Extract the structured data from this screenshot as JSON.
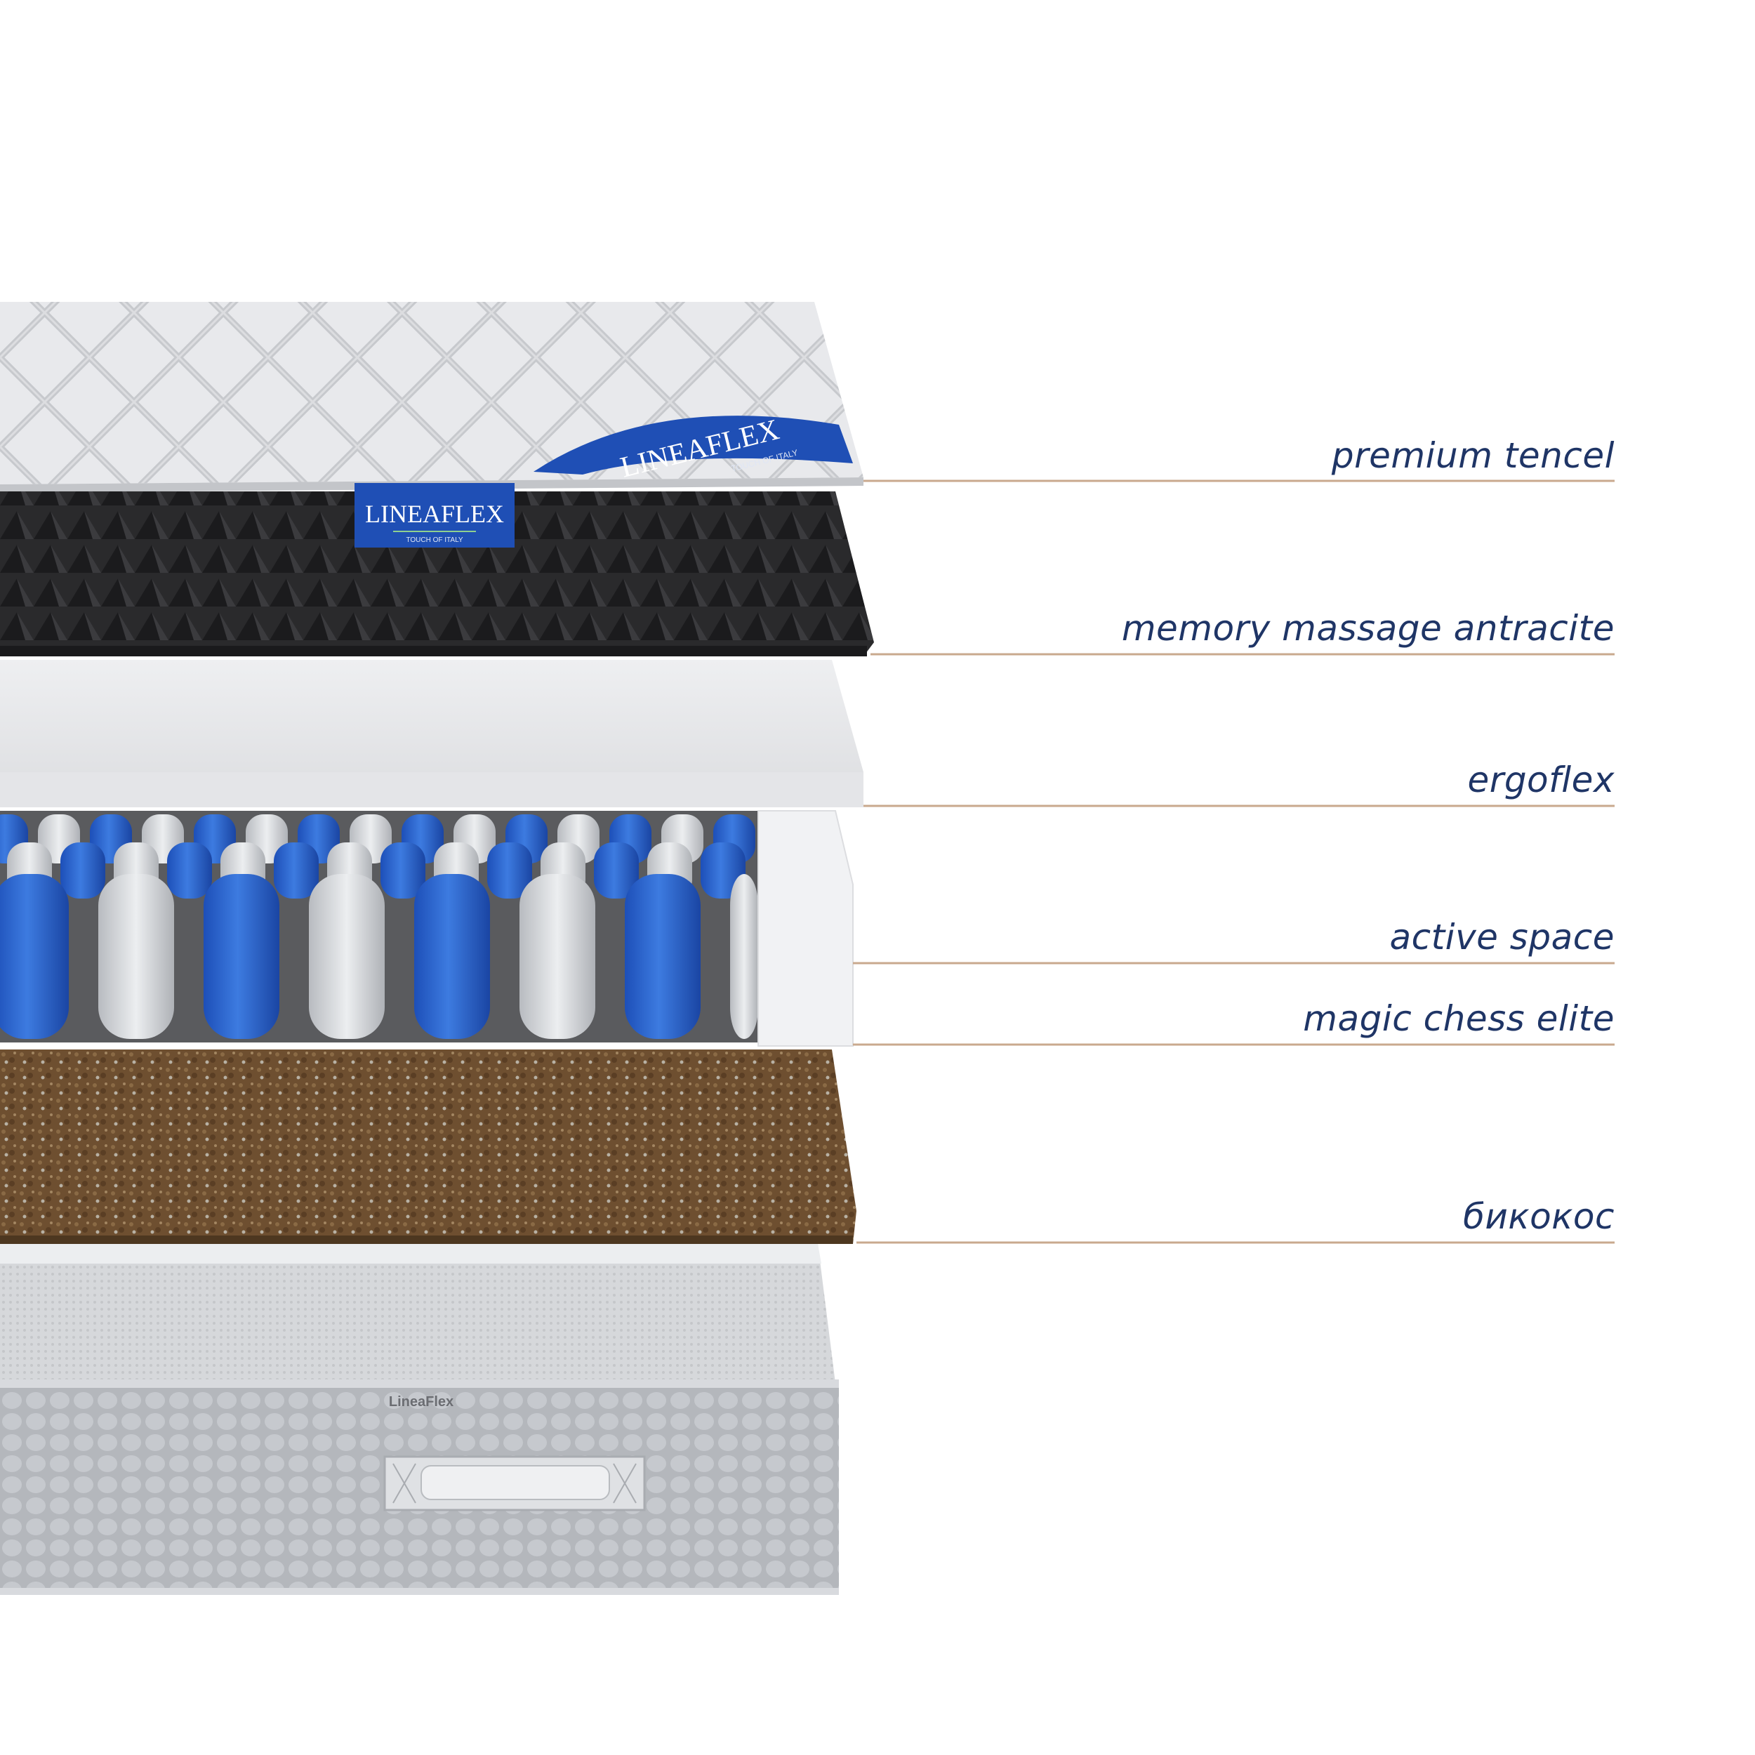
{
  "brand": {
    "top_tag": "LINEAFLEX",
    "top_tag_sub": "TOUCH OF ITALY",
    "corner_tag": "LINEAFLEX",
    "corner_tag_sub": "TOUCH OF ITALY",
    "side_logo": "LineaFlex",
    "colors": {
      "tag_blue": "#1f4fb5",
      "label_navy": "#1f3566",
      "leader": "#c9a98e"
    }
  },
  "layers": [
    {
      "label": "premium tencel"
    },
    {
      "label": "memory massage antracite"
    },
    {
      "label": "ergoflex"
    },
    {
      "label": "active space"
    },
    {
      "label": "magic chess elite"
    },
    {
      "label": "бикокос"
    }
  ]
}
